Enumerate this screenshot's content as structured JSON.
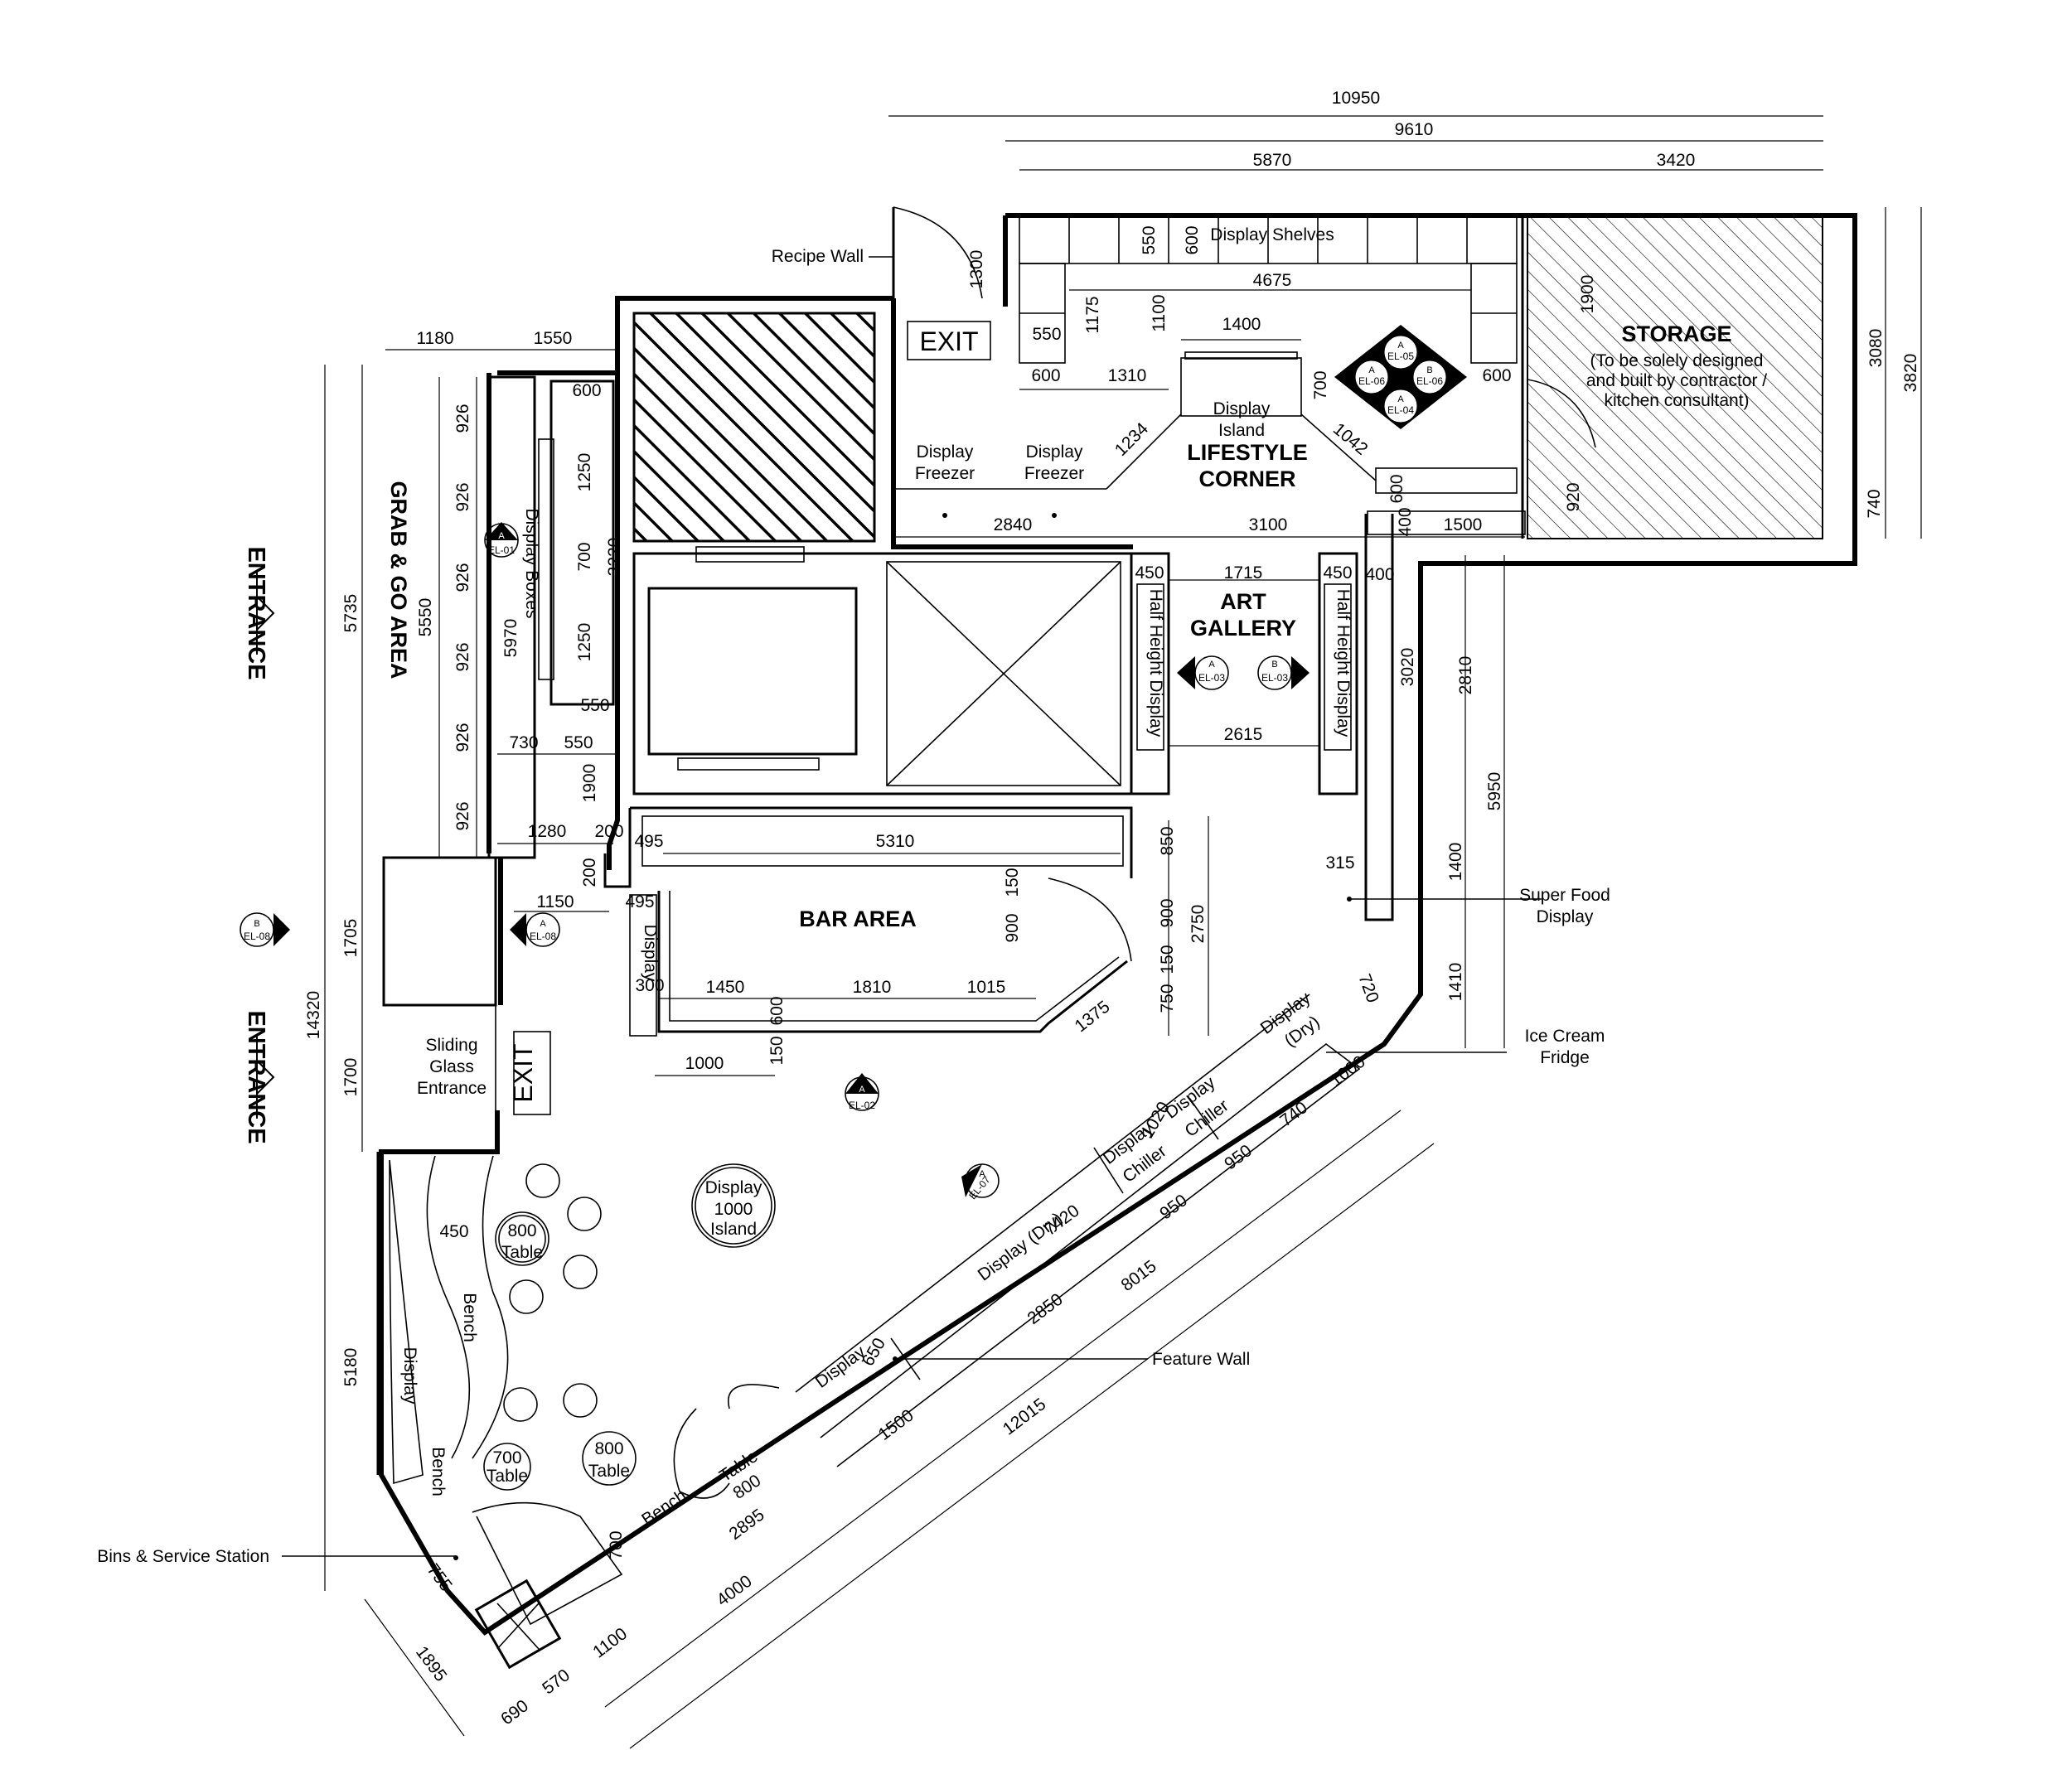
{
  "rooms": {
    "storage": "STORAGE",
    "storage_note_1": "(To be solely designed",
    "storage_note_2": "and built by contractor /",
    "storage_note_3": "kitchen consultant)",
    "lifestyle_1": "LIFESTYLE",
    "lifestyle_2": "CORNER",
    "art_1": "ART",
    "art_2": "GALLERY",
    "bar": "BAR AREA",
    "grab": "GRAB & GO AREA"
  },
  "entrance": "ENTRANCE",
  "exit": "EXIT",
  "labels": {
    "recipe_wall": "Recipe Wall",
    "display_shelves": "Display Shelves",
    "display_freezer_1a": "Display",
    "display_freezer_1b": "Freezer",
    "display_freezer_2a": "Display",
    "display_freezer_2b": "Freezer",
    "display_island_a": "Display",
    "display_island_b": "Island",
    "display_boxes": "Display Boxes",
    "half_height_1": "Half Height Display",
    "half_height_2": "Half Height Display",
    "super_food_1": "Super Food",
    "super_food_2": "Display",
    "ice_cream_1": "Ice Cream",
    "ice_cream_2": "Fridge",
    "sliding_1": "Sliding",
    "sliding_2": "Glass",
    "sliding_3": "Entrance",
    "feature_wall": "Feature Wall",
    "bins": "Bins & Service Station",
    "display_dry_1": "Display (Dry)",
    "display_dry_2a": "Display",
    "display_dry_2b": "(Dry)",
    "chiller_1a": "Display",
    "chiller_1b": "Chiller",
    "chiller_2a": "Display",
    "chiller_2b": "Chiller",
    "display_small": "Display",
    "display_bar": "Display",
    "display_left": "Display",
    "bench_1": "Bench",
    "bench_2": "Bench",
    "bench_3": "Bench",
    "table_1": "Table",
    "table_2": "Table",
    "table_3": "Table",
    "table_4": "Table",
    "round_island_a": "Display",
    "round_island_b": "Island"
  },
  "dimensions": {
    "d10950": "10950",
    "d9610": "9610",
    "d5870": "5870",
    "d3420": "3420",
    "d1180": "1180",
    "d1550": "1550",
    "d1300": "1300",
    "d550a": "550",
    "d600a": "600",
    "d4675": "4675",
    "d550b": "550",
    "d1175": "1175",
    "d1100": "1100",
    "d1400a": "1400",
    "d600b": "600",
    "d1310": "1310",
    "d600c": "600",
    "d700a": "700",
    "d1042": "1042",
    "d1234": "1234",
    "d1900a": "1900",
    "d3080": "3080",
    "d3820": "3820",
    "d920": "920",
    "d740a": "740",
    "d2840": "2840",
    "d3100": "3100",
    "d400a": "400",
    "d1500a": "1500",
    "d400b": "400",
    "d600d": "600",
    "d1715": "1715",
    "d450a": "450",
    "d450b": "450",
    "d2615": "2615",
    "d3020": "3020",
    "d2810": "2810",
    "d5950": "5950",
    "d1400b": "1400",
    "d1410": "1410",
    "d315": "315",
    "d720": "720",
    "d5735": "5735",
    "d14320": "14320",
    "d5550": "5550",
    "d5970": "5970",
    "d926a": "926",
    "d926b": "926",
    "d926c": "926",
    "d926d": "926",
    "d926e": "926",
    "d926f": "926",
    "d600e": "600",
    "d1250a": "1250",
    "d700b": "700",
    "d1250b": "1250",
    "d3220": "3220",
    "d550c": "550",
    "d730": "730",
    "d550d": "550",
    "d1900b": "1900",
    "d1280": "1280",
    "d200a": "200",
    "d200b": "200",
    "d495a": "495",
    "d5310": "5310",
    "d1150": "1150",
    "d495b": "495",
    "d150a": "150",
    "d900a": "900",
    "d850": "850",
    "d900b": "900",
    "d150b": "150",
    "d750": "750",
    "d2750": "2750",
    "d1450": "1450",
    "d1810": "1810",
    "d1015": "1015",
    "d600f": "600",
    "d150c": "150",
    "d1375": "1375",
    "d1000a": "1000",
    "d300": "300",
    "d1705": "1705",
    "d1700": "1700",
    "d5180": "5180",
    "d450c": "450",
    "d800a": "800",
    "d1000b": "1000",
    "d700c": "700",
    "d800b": "800",
    "d800c": "800",
    "d7420": "7420",
    "d650": "650",
    "d1020": "1020",
    "d1000c": "1000",
    "d740b": "740",
    "d950a": "950",
    "d950b": "950",
    "d8015": "8015",
    "d2850": "2850",
    "d12015": "12015",
    "d1500b": "1500",
    "d2895": "2895",
    "d4000": "4000",
    "d1100b": "1100",
    "d570": "570",
    "d690": "690",
    "d1895": "1895",
    "d755": "755",
    "d700d": "700"
  },
  "section_refs": {
    "el01": "EL-01",
    "el02": "EL-02",
    "el03a": "EL-03",
    "el03b": "EL-03",
    "el04": "EL-04",
    "el05": "EL-05",
    "el06a": "EL-06",
    "el06b": "EL-06",
    "el07": "EL-07",
    "el08a": "EL-08",
    "el08b": "EL-08",
    "a": "A",
    "b": "B"
  }
}
